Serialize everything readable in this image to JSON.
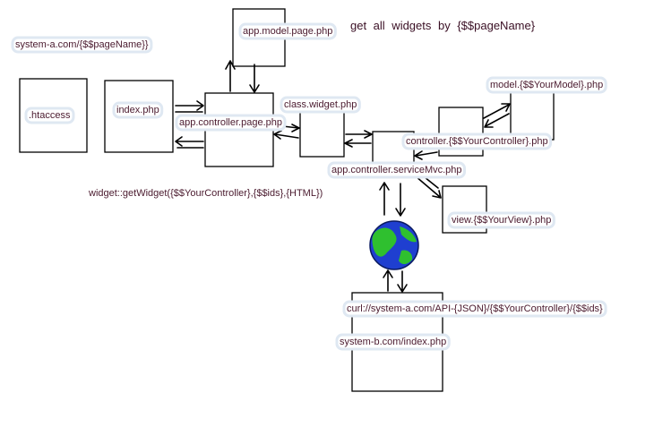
{
  "title": "get  all  widgets  by  {$$pageName}",
  "url_label": "system-a.com/{$$pageName}}",
  "nodes": {
    "htaccess": ".htaccess",
    "index": "index.php",
    "page_controller": "app.controller.page.php",
    "page_model": "app.model.page.php",
    "class_widget": "class.widget.php",
    "service_mvc": "app.controller.serviceMvc.php",
    "your_controller": "controller.{$$YourController}.php",
    "your_model": "model.{$$YourModel}.php",
    "your_view": "view.{$$YourView}.php",
    "system_b": "system-b.com/index.php"
  },
  "annotations": {
    "get_widget": "widget::getWidget({$$YourController},{$$ids},{HTML})",
    "curl": "curl://system-a.com/API-{JSON}/{$$YourController}/{$$ids}"
  },
  "colors": {
    "label_text": "#4a1a2e",
    "globe_ocean": "#1f3fd0",
    "globe_land": "#2fc02f"
  },
  "icons": {
    "globe": "globe-icon"
  }
}
